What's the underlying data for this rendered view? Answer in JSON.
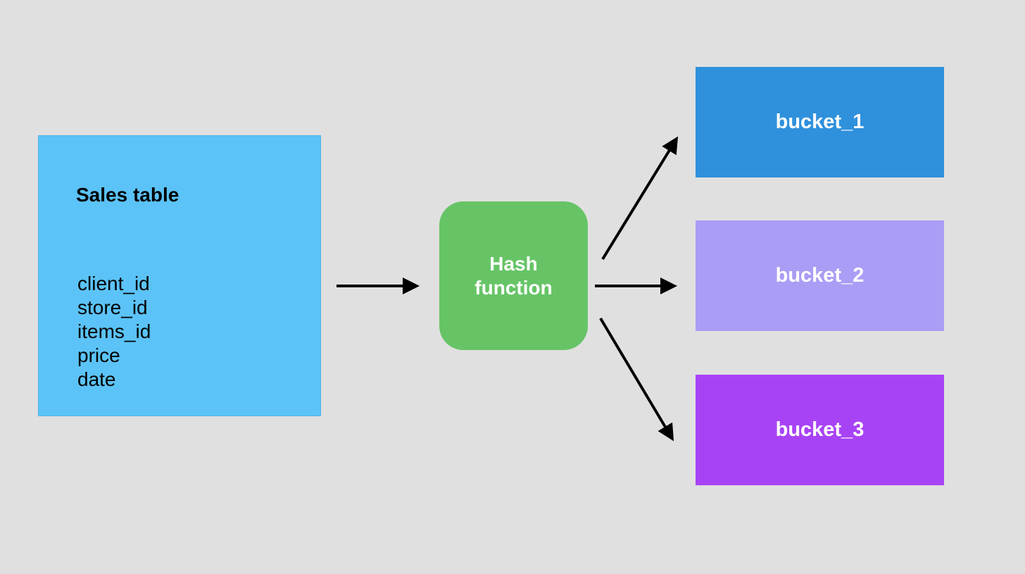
{
  "sales_table": {
    "title": "Sales table",
    "fields": [
      "client_id",
      "store_id",
      "items_id",
      "price",
      "date"
    ],
    "color": "#5bc3f7"
  },
  "hash": {
    "label": "Hash function",
    "color": "#66c466"
  },
  "buckets": [
    {
      "label": "bucket_1",
      "color": "#2f91dc"
    },
    {
      "label": "bucket_2",
      "color": "#aa9df5"
    },
    {
      "label": "bucket_3",
      "color": "#a843f5"
    }
  ],
  "arrow_color": "#000000",
  "background_color": "#e0e0e0"
}
